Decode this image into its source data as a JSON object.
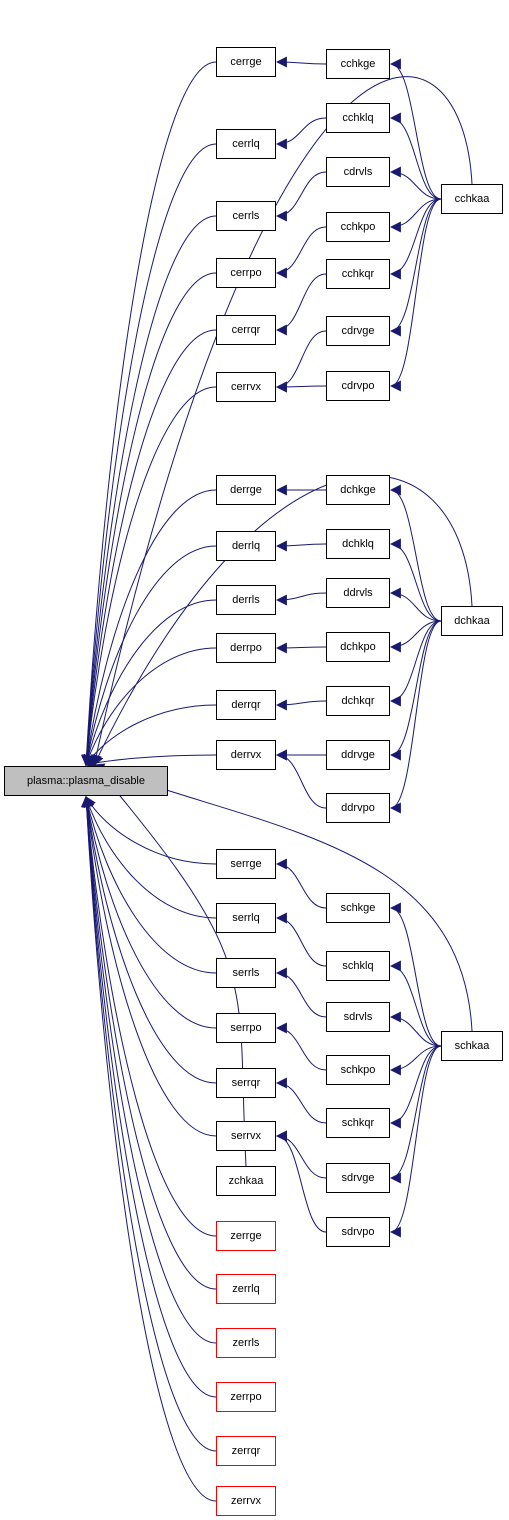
{
  "colors": {
    "edge": "#191970",
    "node_border": "#000000",
    "undocumented_border": "#ff0000",
    "root_fill": "#bfbfbf"
  },
  "root": {
    "label": "plasma::plasma_disable"
  },
  "callers": [
    {
      "id": "cerrge",
      "label": "cerrge"
    },
    {
      "id": "cerrlq",
      "label": "cerrlq"
    },
    {
      "id": "cerrls",
      "label": "cerrls"
    },
    {
      "id": "cerrpo",
      "label": "cerrpo"
    },
    {
      "id": "cerrqr",
      "label": "cerrqr"
    },
    {
      "id": "cerrvx",
      "label": "cerrvx"
    },
    {
      "id": "derrge",
      "label": "derrge"
    },
    {
      "id": "derrlq",
      "label": "derrlq"
    },
    {
      "id": "derrls",
      "label": "derrls"
    },
    {
      "id": "derrpo",
      "label": "derrpo"
    },
    {
      "id": "derrqr",
      "label": "derrqr"
    },
    {
      "id": "derrvx",
      "label": "derrvx"
    },
    {
      "id": "serrge",
      "label": "serrge"
    },
    {
      "id": "serrlq",
      "label": "serrlq"
    },
    {
      "id": "serrls",
      "label": "serrls"
    },
    {
      "id": "serrpo",
      "label": "serrpo"
    },
    {
      "id": "serrqr",
      "label": "serrqr"
    },
    {
      "id": "serrvx",
      "label": "serrvx"
    },
    {
      "id": "zchkaa",
      "label": "zchkaa"
    },
    {
      "id": "zerrge",
      "label": "zerrge",
      "undocumented": true
    },
    {
      "id": "zerrlq",
      "label": "zerrlq",
      "undocumented": true
    },
    {
      "id": "zerrls",
      "label": "zerrls",
      "undocumented": true
    },
    {
      "id": "zerrpo",
      "label": "zerrpo",
      "undocumented": true
    },
    {
      "id": "zerrqr",
      "label": "zerrqr",
      "undocumented": true
    },
    {
      "id": "zerrvx",
      "label": "zerrvx",
      "undocumented": true
    }
  ],
  "mid": [
    {
      "id": "cchkge",
      "label": "cchkge"
    },
    {
      "id": "cchklq",
      "label": "cchklq"
    },
    {
      "id": "cdrvls",
      "label": "cdrvls"
    },
    {
      "id": "cchkpo",
      "label": "cchkpo"
    },
    {
      "id": "cchkqr",
      "label": "cchkqr"
    },
    {
      "id": "cdrvge",
      "label": "cdrvge"
    },
    {
      "id": "cdrvpo",
      "label": "cdrvpo"
    },
    {
      "id": "dchkge",
      "label": "dchkge"
    },
    {
      "id": "dchklq",
      "label": "dchklq"
    },
    {
      "id": "ddrvls",
      "label": "ddrvls"
    },
    {
      "id": "dchkpo",
      "label": "dchkpo"
    },
    {
      "id": "dchkqr",
      "label": "dchkqr"
    },
    {
      "id": "ddrvge",
      "label": "ddrvge"
    },
    {
      "id": "ddrvpo",
      "label": "ddrvpo"
    },
    {
      "id": "schkge",
      "label": "schkge"
    },
    {
      "id": "schklq",
      "label": "schklq"
    },
    {
      "id": "sdrvls",
      "label": "sdrvls"
    },
    {
      "id": "schkpo",
      "label": "schkpo"
    },
    {
      "id": "schkqr",
      "label": "schkqr"
    },
    {
      "id": "sdrvge",
      "label": "sdrvge"
    },
    {
      "id": "sdrvpo",
      "label": "sdrvpo"
    }
  ],
  "drivers": [
    {
      "id": "cchkaa",
      "label": "cchkaa"
    },
    {
      "id": "dchkaa",
      "label": "dchkaa"
    },
    {
      "id": "schkaa",
      "label": "schkaa"
    }
  ],
  "edges": [
    [
      "cerrge",
      "root"
    ],
    [
      "cerrlq",
      "root"
    ],
    [
      "cerrls",
      "root"
    ],
    [
      "cerrpo",
      "root"
    ],
    [
      "cerrqr",
      "root"
    ],
    [
      "cerrvx",
      "root"
    ],
    [
      "derrge",
      "root"
    ],
    [
      "derrlq",
      "root"
    ],
    [
      "derrls",
      "root"
    ],
    [
      "derrpo",
      "root"
    ],
    [
      "derrqr",
      "root"
    ],
    [
      "derrvx",
      "root"
    ],
    [
      "serrge",
      "root"
    ],
    [
      "serrlq",
      "root"
    ],
    [
      "serrls",
      "root"
    ],
    [
      "serrpo",
      "root"
    ],
    [
      "serrqr",
      "root"
    ],
    [
      "serrvx",
      "root"
    ],
    [
      "zchkaa",
      "root"
    ],
    [
      "zerrge",
      "root"
    ],
    [
      "zerrlq",
      "root"
    ],
    [
      "zerrls",
      "root"
    ],
    [
      "zerrpo",
      "root"
    ],
    [
      "zerrqr",
      "root"
    ],
    [
      "zerrvx",
      "root"
    ],
    [
      "cchkaa",
      "root"
    ],
    [
      "dchkaa",
      "root"
    ],
    [
      "schkaa",
      "root"
    ],
    [
      "cchkge",
      "cerrge"
    ],
    [
      "cchklq",
      "cerrlq"
    ],
    [
      "cdrvls",
      "cerrls"
    ],
    [
      "cchkpo",
      "cerrpo"
    ],
    [
      "cchkqr",
      "cerrqr"
    ],
    [
      "cdrvge",
      "cerrvx"
    ],
    [
      "cdrvpo",
      "cerrvx"
    ],
    [
      "dchkge",
      "derrge"
    ],
    [
      "dchklq",
      "derrlq"
    ],
    [
      "ddrvls",
      "derrls"
    ],
    [
      "dchkpo",
      "derrpo"
    ],
    [
      "dchkqr",
      "derrqr"
    ],
    [
      "ddrvge",
      "derrvx"
    ],
    [
      "ddrvpo",
      "derrvx"
    ],
    [
      "schkge",
      "serrge"
    ],
    [
      "schklq",
      "serrlq"
    ],
    [
      "sdrvls",
      "serrls"
    ],
    [
      "schkpo",
      "serrpo"
    ],
    [
      "schkqr",
      "serrqr"
    ],
    [
      "sdrvge",
      "serrvx"
    ],
    [
      "sdrvpo",
      "serrvx"
    ],
    [
      "cchkaa",
      "cchkge"
    ],
    [
      "cchkaa",
      "cchklq"
    ],
    [
      "cchkaa",
      "cdrvls"
    ],
    [
      "cchkaa",
      "cchkpo"
    ],
    [
      "cchkaa",
      "cchkqr"
    ],
    [
      "cchkaa",
      "cdrvge"
    ],
    [
      "cchkaa",
      "cdrvpo"
    ],
    [
      "dchkaa",
      "dchkge"
    ],
    [
      "dchkaa",
      "dchklq"
    ],
    [
      "dchkaa",
      "ddrvls"
    ],
    [
      "dchkaa",
      "dchkpo"
    ],
    [
      "dchkaa",
      "dchkqr"
    ],
    [
      "dchkaa",
      "ddrvge"
    ],
    [
      "dchkaa",
      "ddrvpo"
    ],
    [
      "schkaa",
      "schkge"
    ],
    [
      "schkaa",
      "schklq"
    ],
    [
      "schkaa",
      "sdrvls"
    ],
    [
      "schkaa",
      "schkpo"
    ],
    [
      "schkaa",
      "schkqr"
    ],
    [
      "schkaa",
      "sdrvge"
    ],
    [
      "schkaa",
      "sdrvpo"
    ]
  ]
}
